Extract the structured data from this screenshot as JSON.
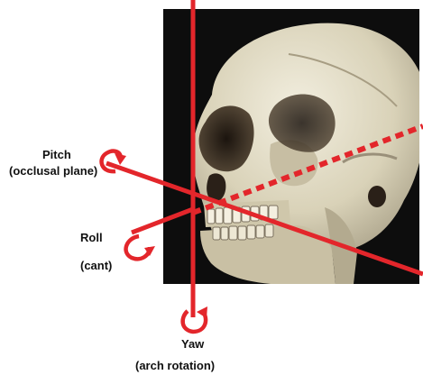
{
  "labels": {
    "pitch": "Pitch",
    "pitch_sub": "(occlusal plane)",
    "roll": "Roll",
    "roll_sub": "(cant)",
    "yaw": "Yaw",
    "yaw_sub": "(arch rotation)"
  },
  "colors": {
    "axis": "#e3262b",
    "photo_background": "#0d0d0d",
    "bone": "#d9d2b8",
    "label_text": "#111111"
  },
  "icons": {
    "image": "skull-photo",
    "pitch_arrow": "curved-rotation-arrow",
    "roll_arrow": "curved-rotation-arrow",
    "yaw_arrow": "curved-rotation-arrow"
  }
}
